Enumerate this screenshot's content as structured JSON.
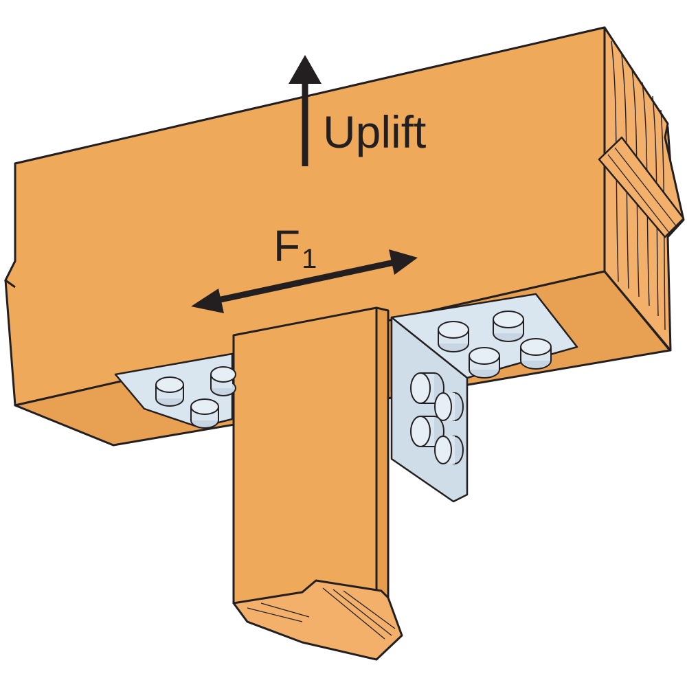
{
  "labels": {
    "uplift": "Uplift",
    "force_main": "F",
    "force_sub": "1"
  },
  "colors": {
    "wood": "#efa95a",
    "wood_shadow": "#e69d4c",
    "wood_end_grain": "#f2b06b",
    "steel": "#d9e6ef",
    "steel_shade": "#b9ccda",
    "outline": "#231f20"
  },
  "icons": {
    "uplift_arrow": "arrow-up-icon",
    "lateral_force_arrow": "double-arrow-horizontal-icon",
    "fastener": "hex-bolt-icon"
  }
}
